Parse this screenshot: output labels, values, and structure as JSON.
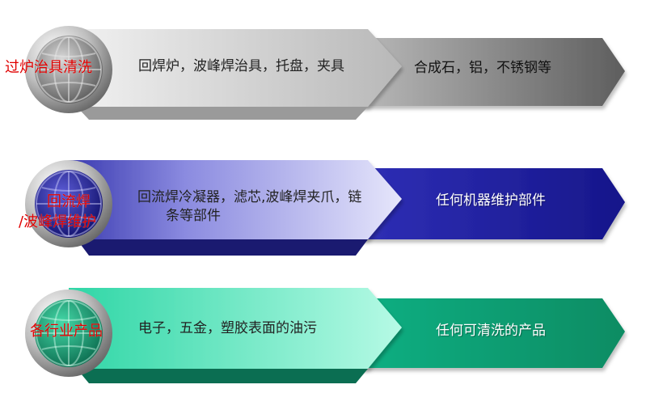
{
  "rows": [
    {
      "title": "过炉治具清洗",
      "desc": "回焊炉，波峰焊治具，托盘，夹具",
      "target": "合成石，铝，不锈钢等",
      "color": "gray"
    },
    {
      "title_line1": "回流焊",
      "title_line2": "/波峰焊维护",
      "desc_line1": "回流焊冷凝器，滤芯,波峰焊夹爪，链",
      "desc_line2": "条等部件",
      "target": "任何机器维护部件",
      "color": "blue"
    },
    {
      "title": "各行业产品",
      "desc": "电子，五金，塑胶表面的油污",
      "target": "任何可清洗的产品",
      "color": "green"
    }
  ],
  "colors": {
    "title_red": "#e00000",
    "gray_light": "#e6e6e6",
    "gray_dark": "#6f6f6f",
    "blue_light": "#c9c9f2",
    "blue_dark": "#1f1f9a",
    "green_light": "#7ff0d0",
    "green_dark": "#0f9f73"
  }
}
